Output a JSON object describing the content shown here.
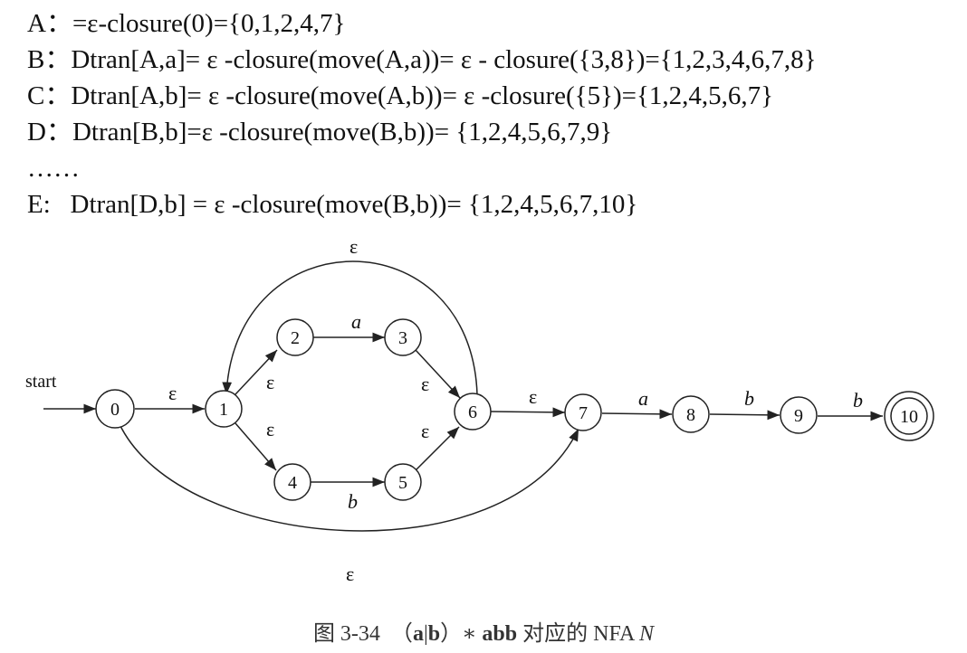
{
  "lines": [
    "A：=ε-closure(0)={0,1,2,4,7}",
    "B：Dtran[A,a]= ε -closure(move(A,a))= ε - closure({3,8})={1,2,3,4,6,7,8}",
    "C：Dtran[A,b]= ε -closure(move(A,b))= ε -closure({5})={1,2,4,5,6,7}",
    "D：Dtran[B,b]=ε -closure(move(B,b))= {1,2,4,5,6,7,9}",
    "……",
    "E:   Dtran[D,b] = ε -closure(move(B,b))= {1,2,4,5,6,7,10}"
  ],
  "diagram": {
    "start_label": "start",
    "nodes": [
      "0",
      "1",
      "2",
      "3",
      "4",
      "5",
      "6",
      "7",
      "8",
      "9",
      "10"
    ],
    "edges": [
      {
        "from": "0",
        "to": "1",
        "label": "ε"
      },
      {
        "from": "1",
        "to": "2",
        "label": "ε"
      },
      {
        "from": "1",
        "to": "4",
        "label": "ε"
      },
      {
        "from": "2",
        "to": "3",
        "label": "a"
      },
      {
        "from": "4",
        "to": "5",
        "label": "b"
      },
      {
        "from": "3",
        "to": "6",
        "label": "ε"
      },
      {
        "from": "5",
        "to": "6",
        "label": "ε"
      },
      {
        "from": "6",
        "to": "1",
        "label": "ε"
      },
      {
        "from": "6",
        "to": "7",
        "label": "ε"
      },
      {
        "from": "0",
        "to": "7",
        "label": "ε"
      },
      {
        "from": "7",
        "to": "8",
        "label": "a"
      },
      {
        "from": "8",
        "to": "9",
        "label": "b"
      },
      {
        "from": "9",
        "to": "10",
        "label": "b"
      }
    ],
    "accepting": "10"
  },
  "caption": {
    "prefix": "图 3-34　（",
    "a": "a",
    "bar": "|",
    "b": "b",
    "mid": "）∗ ",
    "abb": "abb",
    "suffix": " 对应的 NFA ",
    "n": "N"
  }
}
